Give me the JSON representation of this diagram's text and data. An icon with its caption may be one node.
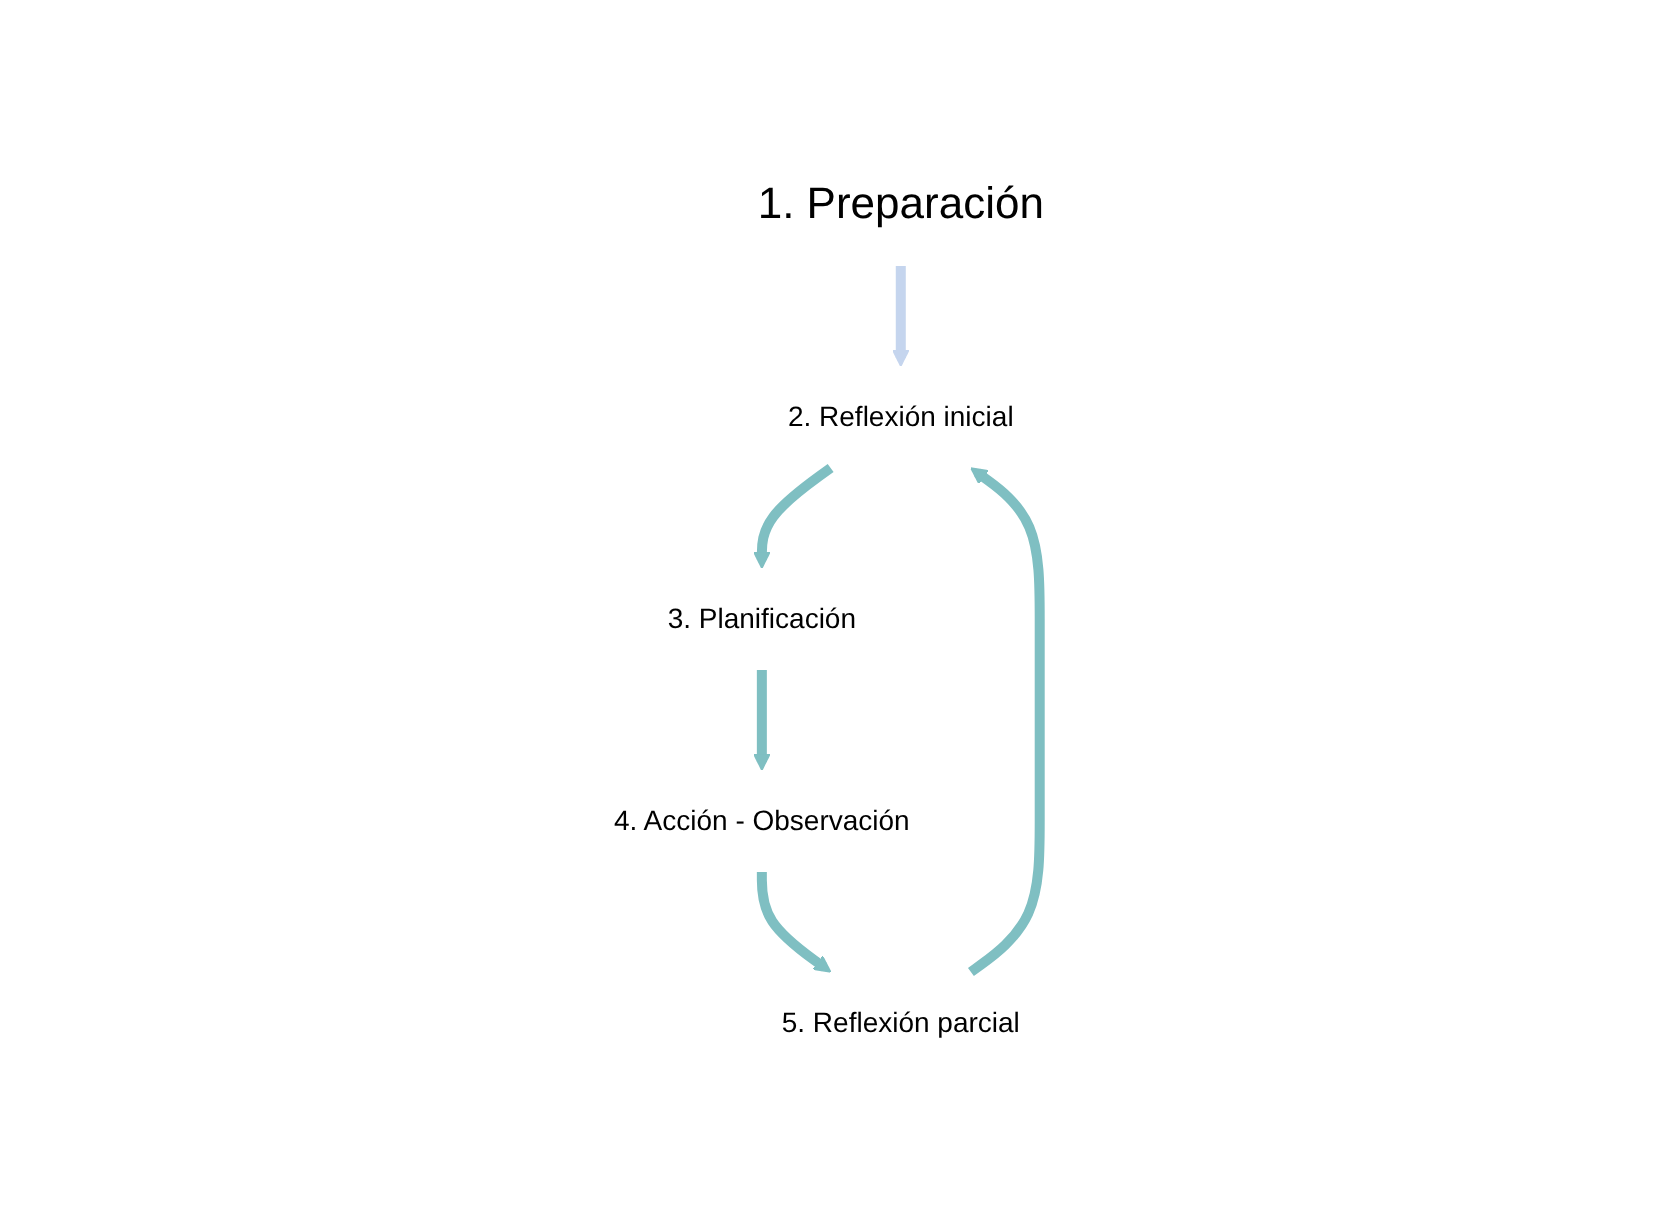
{
  "diagram": {
    "nodes": [
      {
        "text": [
          "1. Preparación"
        ]
      },
      {
        "text": [
          "2. Reflexión inicial"
        ]
      },
      {
        "text": [
          "3. Planificación"
        ]
      },
      {
        "text": [
          "4. Acción - Observación"
        ]
      },
      {
        "text": [
          "5. Reflexión parcial"
        ]
      }
    ],
    "edges": [
      {
        "from": 0,
        "to": 1,
        "arrow": "to",
        "color": "#c5d5ee"
      },
      {
        "from": 1,
        "to": 2,
        "arrow": "to"
      },
      {
        "from": 2,
        "to": 3,
        "arrow": "to"
      },
      {
        "from": 3,
        "to": 4,
        "arrow": "to"
      },
      {
        "from": 4,
        "to": 1,
        "arrow": "to"
      }
    ]
  }
}
